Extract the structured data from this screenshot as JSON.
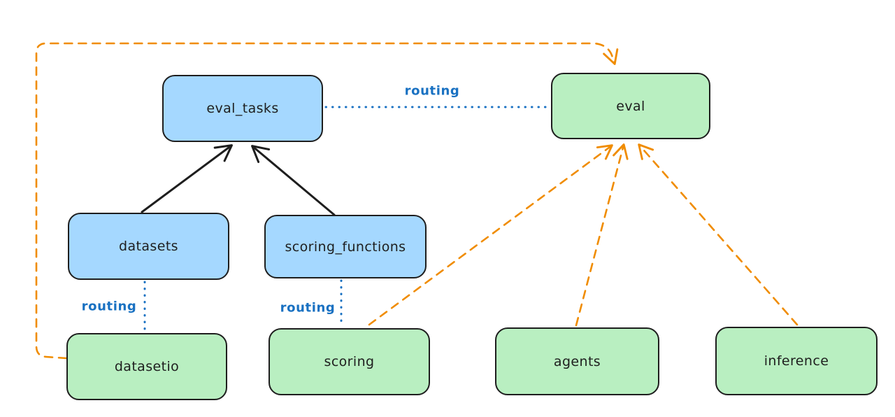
{
  "diagram": {
    "background": "#ffffff",
    "nodes": [
      {
        "id": "eval_tasks",
        "label": "eval_tasks",
        "kind": "resource",
        "fill": "#a5d8ff"
      },
      {
        "id": "eval",
        "label": "eval",
        "kind": "api",
        "fill": "#b9efc1"
      },
      {
        "id": "datasets",
        "label": "datasets",
        "kind": "resource",
        "fill": "#a5d8ff"
      },
      {
        "id": "scoring_functions",
        "label": "scoring_functions",
        "kind": "resource",
        "fill": "#a5d8ff"
      },
      {
        "id": "datasetio",
        "label": "datasetio",
        "kind": "api",
        "fill": "#b9efc1"
      },
      {
        "id": "scoring",
        "label": "scoring",
        "kind": "api",
        "fill": "#b9efc1"
      },
      {
        "id": "agents",
        "label": "agents",
        "kind": "api",
        "fill": "#b9efc1"
      },
      {
        "id": "inference",
        "label": "inference",
        "kind": "api",
        "fill": "#b9efc1"
      }
    ],
    "edges": [
      {
        "from": "datasets",
        "to": "eval_tasks",
        "style": "solid-arrow",
        "color": "#1e1e1e",
        "label": ""
      },
      {
        "from": "scoring_functions",
        "to": "eval_tasks",
        "style": "solid-arrow",
        "color": "#1e1e1e",
        "label": ""
      },
      {
        "from": "eval_tasks",
        "to": "eval",
        "style": "dotted-line",
        "color": "#1971c2",
        "label": "routing"
      },
      {
        "from": "datasets",
        "to": "datasetio",
        "style": "dotted-line",
        "color": "#1971c2",
        "label": "routing"
      },
      {
        "from": "scoring_functions",
        "to": "scoring",
        "style": "dotted-line",
        "color": "#1971c2",
        "label": "routing"
      },
      {
        "from": "datasetio",
        "to": "eval",
        "style": "dashed-arrow",
        "color": "#f08c00",
        "label": ""
      },
      {
        "from": "scoring",
        "to": "eval",
        "style": "dashed-arrow",
        "color": "#f08c00",
        "label": ""
      },
      {
        "from": "agents",
        "to": "eval",
        "style": "dashed-arrow",
        "color": "#f08c00",
        "label": ""
      },
      {
        "from": "inference",
        "to": "eval",
        "style": "dashed-arrow",
        "color": "#f08c00",
        "label": ""
      }
    ],
    "colors": {
      "stroke": "#1e1e1e",
      "blue_fill": "#a5d8ff",
      "green_fill": "#b9efc1",
      "routing_blue": "#1971c2",
      "dashed_orange": "#f08c00",
      "background": "#ffffff"
    }
  }
}
